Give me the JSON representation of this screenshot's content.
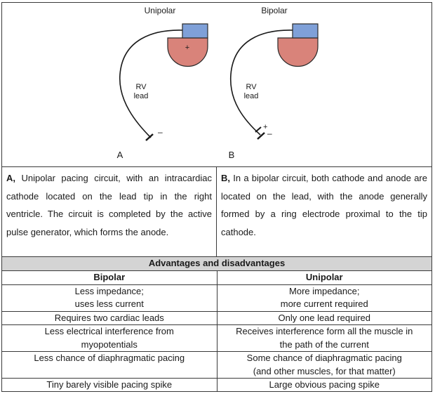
{
  "diagram": {
    "unipolar_title": "Unipolar",
    "bipolar_title": "Bipolar",
    "lead_label_line1": "RV",
    "lead_label_line2": "lead",
    "plus_sign": "+",
    "minus_sign": "–",
    "panel_a": "A",
    "panel_b": "B",
    "colors": {
      "generator_top": "#7fa0d8",
      "generator_body": "#d9837a",
      "lead": "#1a1a1a"
    }
  },
  "descriptions": {
    "a_prefix": "A,",
    "a_text": " Unipolar pacing circuit, with an intracardiac cathode located on the lead tip in the right ventricle. The circuit is completed by the active pulse generator, which forms the anode.",
    "b_prefix": "B,",
    "b_text": " In a bipolar circuit, both cathode and anode are located on the lead, with the anode generally formed by a ring electrode proximal to the tip cathode."
  },
  "table": {
    "heading": "Advantages and disadvantages",
    "col_bipolar": "Bipolar",
    "col_unipolar": "Unipolar",
    "rows": [
      {
        "bipolar_1": "Less impedance;",
        "bipolar_2": "uses less current",
        "unipolar_1": "More impedance;",
        "unipolar_2": "more current required"
      },
      {
        "bipolar_1": "Requires two cardiac leads",
        "bipolar_2": "",
        "unipolar_1": "Only one lead required",
        "unipolar_2": ""
      },
      {
        "bipolar_1": "Less electrical interference from",
        "bipolar_2": "myopotentials",
        "unipolar_1": "Receives interference form all the muscle in",
        "unipolar_2": "the path of the current"
      },
      {
        "bipolar_1": "Less chance of diaphragmatic pacing",
        "bipolar_2": "",
        "unipolar_1": "Some chance of diaphragmatic pacing",
        "unipolar_2": "(and other muscles, for that matter)"
      },
      {
        "bipolar_1": "Tiny barely visible pacing spike",
        "bipolar_2": "",
        "unipolar_1": "Large obvious pacing spike",
        "unipolar_2": ""
      }
    ]
  }
}
